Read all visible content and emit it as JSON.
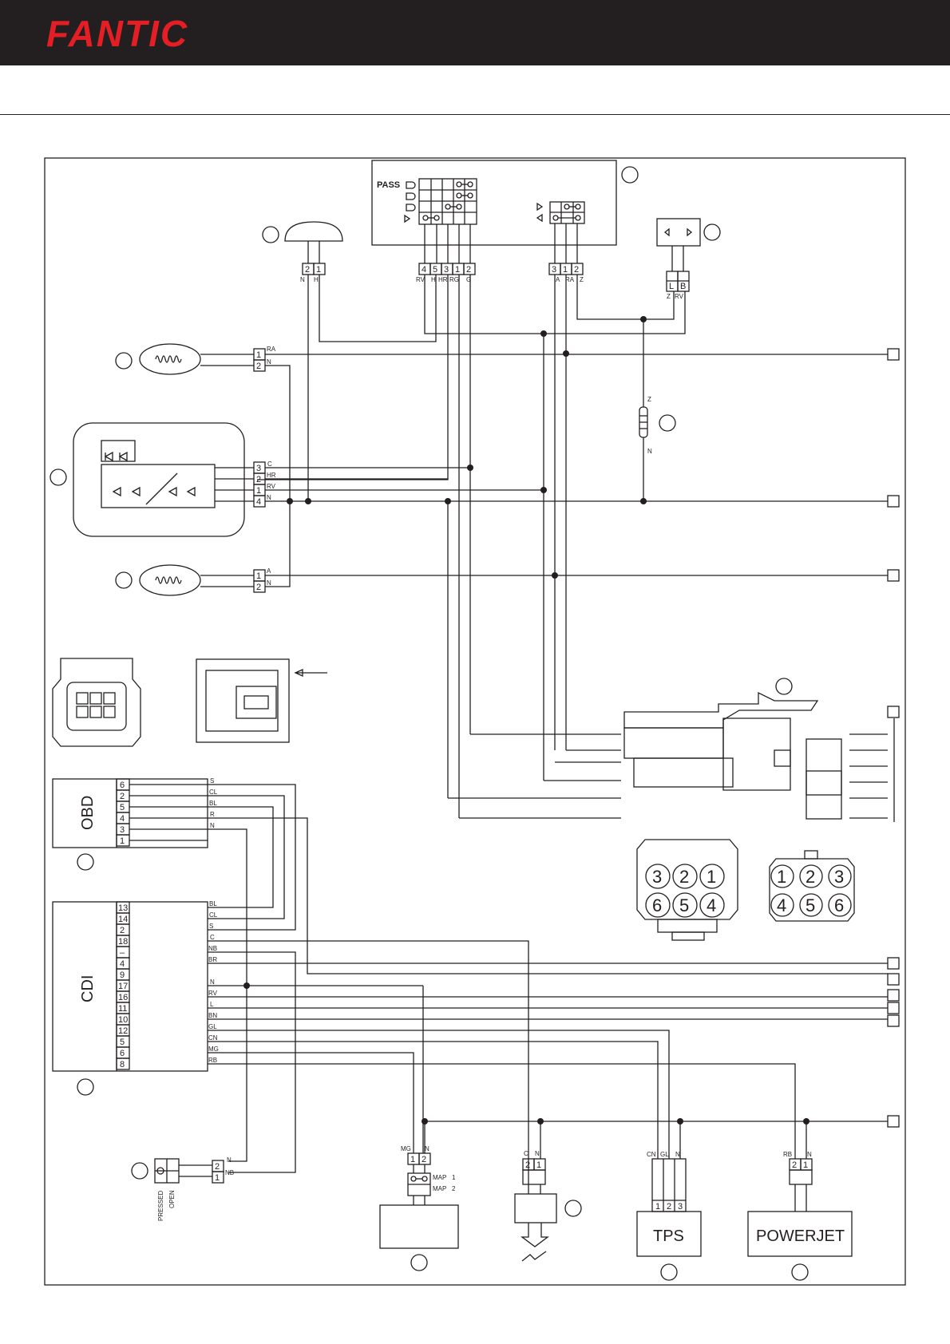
{
  "brand": {
    "name": "FANTIC",
    "color": "#e31e24",
    "bar_color": "#231f20"
  },
  "switch": {
    "pass_label": "PASS",
    "left_pins": [
      "4",
      "5",
      "3",
      "1",
      "2"
    ],
    "left_wires": [
      "RV",
      "H",
      "HR",
      "RG",
      "G"
    ],
    "right_pins": [
      "3",
      "1",
      "2"
    ],
    "right_wires": [
      "A",
      "RA",
      "Z"
    ]
  },
  "horn": {
    "pins": [
      "2",
      "1"
    ],
    "wires": [
      "N",
      "H"
    ]
  },
  "flasher_relay": {
    "pins": [
      "L",
      "B"
    ],
    "wires": [
      "Z",
      "RV"
    ]
  },
  "resistor": {
    "wires": [
      "Z",
      "N"
    ]
  },
  "coil_front": {
    "pins": [
      "1",
      "2"
    ],
    "wires": [
      "RA",
      "N"
    ]
  },
  "coil_rear": {
    "pins": [
      "1",
      "2"
    ],
    "wires": [
      "A",
      "N"
    ]
  },
  "light_unit": {
    "pins": [
      "3",
      "2",
      "1",
      "4"
    ],
    "wires": [
      "C",
      "HR",
      "RV",
      "N"
    ]
  },
  "obd": {
    "label": "OBD",
    "pins": [
      "6",
      "2",
      "5",
      "4",
      "3",
      "1"
    ],
    "wires": [
      "S",
      "CL",
      "BL",
      "R",
      "N",
      ""
    ]
  },
  "cdi": {
    "label": "CDI",
    "pins": [
      "13",
      "14",
      "2",
      "18",
      "–",
      "4",
      "9",
      "17",
      "16",
      "11",
      "10",
      "12",
      "5",
      "6",
      "8"
    ],
    "wires": [
      "BL",
      "CL",
      "S",
      "C",
      "NB",
      "BR",
      "",
      "N",
      "RV",
      "L",
      "BN",
      "GL",
      "CN",
      "MG",
      "RB"
    ]
  },
  "connector_left": {
    "pins": [
      "3",
      "2",
      "1",
      "6",
      "5",
      "4"
    ]
  },
  "connector_right": {
    "pins": [
      "1",
      "2",
      "3",
      "4",
      "5",
      "6"
    ]
  },
  "map_switch": {
    "pins": [
      "1",
      "2"
    ],
    "wires": [
      "MG",
      "N"
    ],
    "positions": [
      "MAP",
      "MAP"
    ],
    "position_nums": [
      "1",
      "2"
    ]
  },
  "sensor": {
    "pins": [
      "2",
      "1"
    ],
    "wires": [
      "C",
      "N"
    ]
  },
  "tps": {
    "label": "TPS",
    "pins": [
      "1",
      "2",
      "3"
    ],
    "wires": [
      "CN",
      "GL",
      "N"
    ]
  },
  "powerjet": {
    "label": "POWERJET",
    "pins": [
      "2",
      "1"
    ],
    "wires": [
      "RB",
      "N"
    ]
  },
  "kill_switch": {
    "pins": [
      "2",
      "1"
    ],
    "wires": [
      "N",
      "NB"
    ],
    "states": [
      "PRESSED",
      "OPEN"
    ]
  }
}
